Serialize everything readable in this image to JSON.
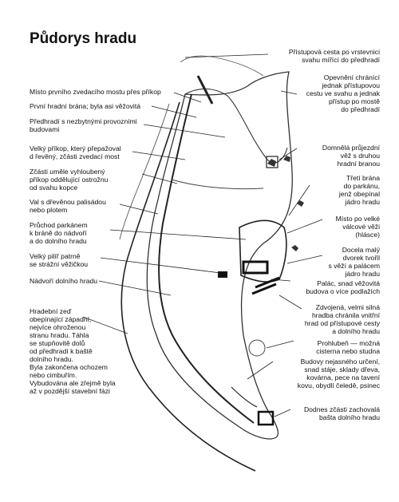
{
  "title": "Půdorys hradu",
  "labels": {
    "left": [
      "Místo prvního zvedacího mostu přes příkop",
      "První hradní brána; byla asi věžovitá",
      "Předhradí s nezbytnými provozními\nbudovami",
      "Velký příkop, který přepažoval\nd řevěný, zčásti zvedací most",
      "Zčásti uměle vyhloubený\npříkop oddělující ostrožnu\nod svahu kopce",
      "Val s dřevěnou palisádou\nnebo plotem",
      "Průchod parkánem\nk bráně do nádvoří\na do dolního hradu",
      "Velký pilíř patrně\nse strážní věžičkou",
      "Nádvoří dolního hradu",
      "Hradební zeď\nobepínající západní,\nnejvíce ohroženou\nstranu hradu. Táhla\nse stupňovitě dolů\nod předhradí k baště\ndolního hradu.\nByla zakončena ochozem\nnebo cimbuřím.\nVybudována ale zřejmě byla\naž v pozdější stavební fázi"
    ],
    "right": [
      "Přístupová cesta po vrstevnici\nsvahu mířící do předhradí",
      "Opevnění chránící\njednak přístupovou\ncestu ve svahu a jednak\npřístup po mostě\ndo předhradí",
      "Domnělá průjezdní\nvěž s druhou\nhradní branou",
      "Třetí brána\ndo parkánu,\njenž obepínal\njádro hradu",
      "Místo po velké\nválcové věži\n(hlásce)",
      "Docela malý\ndvorek tvořil\ns věží a palácem\njádro hradu",
      "Palác, snad věžovitá\nbudova o více podlažích",
      "Zdvojená, velmi silná\nhradba chránila vnitřní\nhrad od přístupové cesty\na dolního hradu",
      "Prohlubeň — možná\ncisterna nebo studna",
      "Budovy nejasného určení,\nsnad stáje, sklady dřeva,\nkovárna, pece na tavení\nkovu, obydlí čeledě, psinec",
      "Dodnes zčásti zachovalá\nbašta dolního hradu"
    ]
  }
}
